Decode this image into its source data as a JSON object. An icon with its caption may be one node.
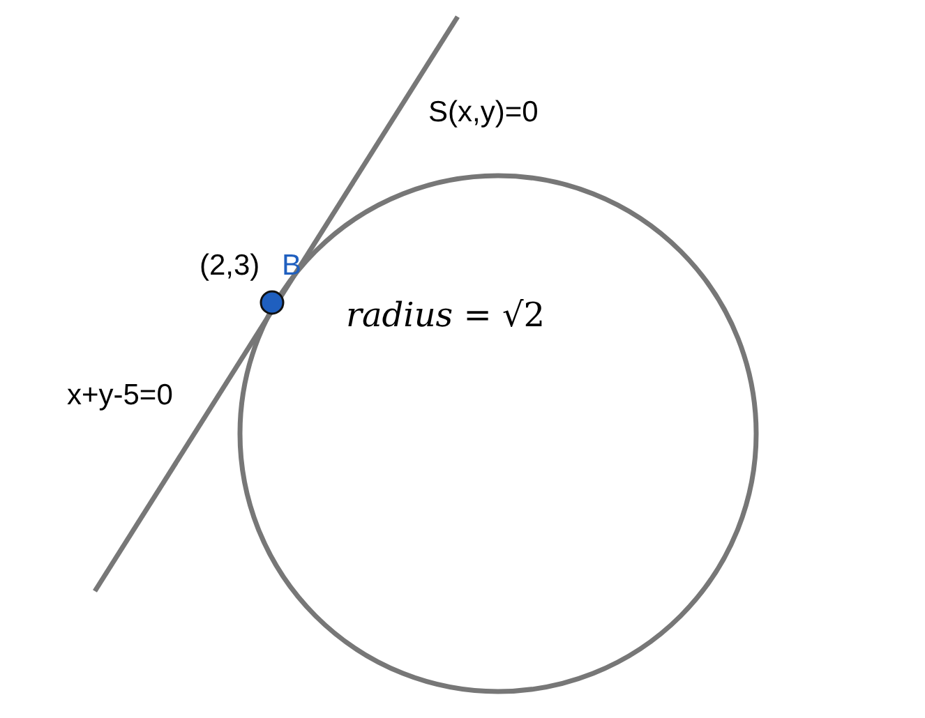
{
  "diagram": {
    "nodes": [
      {
        "text": [
          "*radius* = √2"
        ]
      }
    ],
    "labels": [
      "S(x,y)=0",
      "(2,3)",
      "B",
      "x+y-5=0"
    ]
  }
}
